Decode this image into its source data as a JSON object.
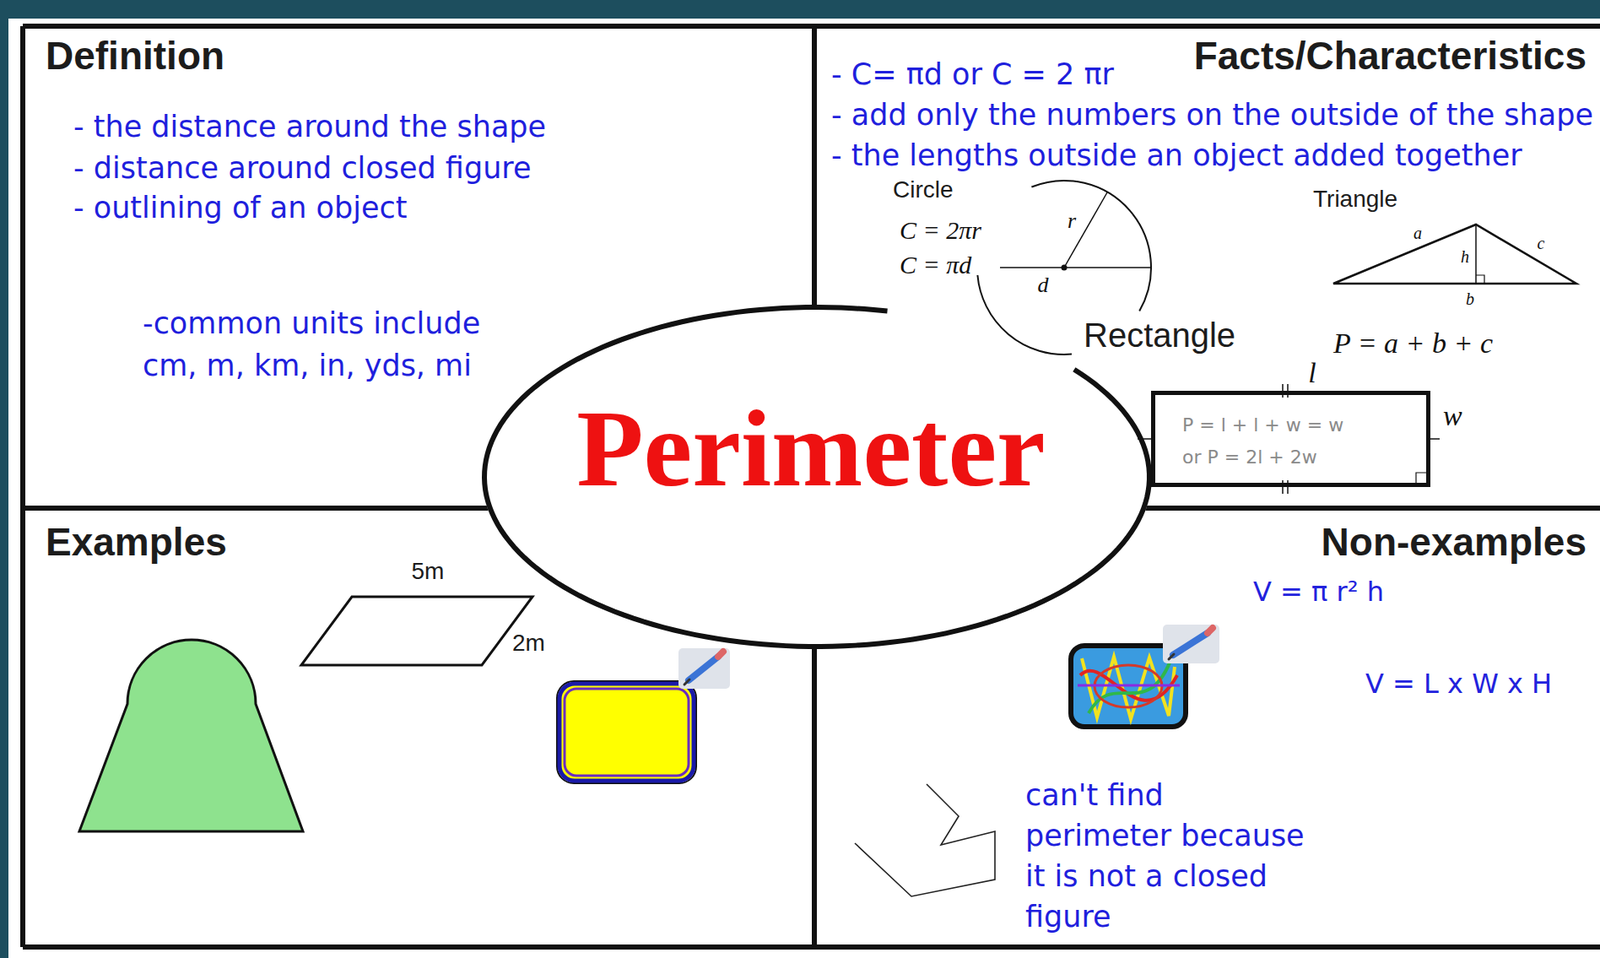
{
  "diagram": {
    "nodes": [
      {
        "text": [
          "Definition",
          "- the distance around the shape",
          "- distance around closed figure",
          "- outlining of an object",
          "-common units include cm, m, km, in, yds, mi"
        ]
      },
      {
        "text": [
          "Facts/Characteristics",
          "- C= πd or C = 2 πr",
          "- add only the numbers on the outside of the shape",
          "- the lengths outside an object added together"
        ]
      },
      {
        "text": [
          "P = l + l + w = w",
          "or P = 2l + 2w"
        ],
        "in": 1
      },
      {
        "text": [
          "Perimeter"
        ]
      },
      {
        "text": [
          "Examples"
        ]
      },
      {
        "text": [
          "Non-examples"
        ]
      }
    ],
    "labels": [
      "Circle",
      "C = 2πr",
      "C = πd",
      "r",
      "d",
      "Triangle",
      "a",
      "h",
      "c",
      "b",
      "Rectangle",
      "P = a + b + c",
      "l",
      "w",
      "5m",
      "2m",
      "V = π r² h",
      "V = L x W x H",
      "can't find perimeter because it is not a closed figure"
    ]
  }
}
